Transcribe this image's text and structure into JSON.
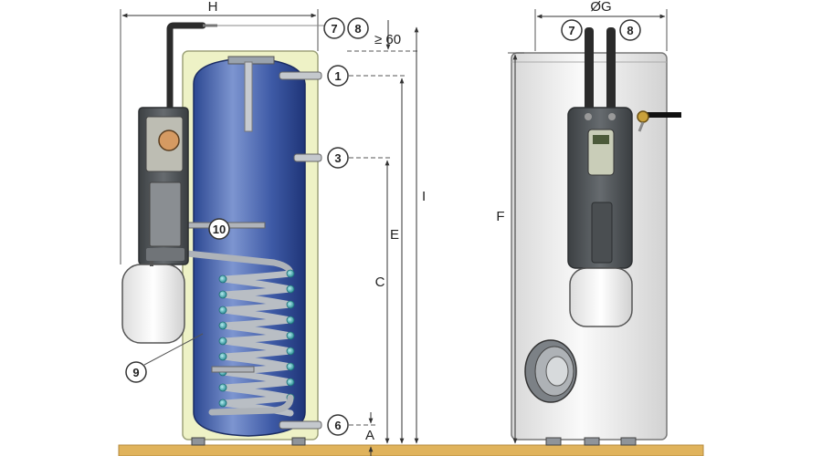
{
  "colors": {
    "floor": "#e0b35c",
    "insulation": "#eef2c6",
    "tank_light": "#6f88c6",
    "tank_dark": "#253f86",
    "unit_housing": "#555a5e",
    "expansion_vessel": "#f1f1f1",
    "casing": "#eeeeee",
    "coil": "#bfc3c8",
    "coil_end": "#4fb3ba"
  },
  "dimensions": {
    "H": "H",
    "OG": "ØG",
    "min_clearance": "≥ 60",
    "I": "I",
    "E": "E",
    "C": "C",
    "A": "A",
    "F": "F"
  },
  "callouts": {
    "c1": "1",
    "c3": "3",
    "c6": "6",
    "c7a": "7",
    "c8a": "8",
    "c7b": "7",
    "c8b": "8",
    "c9": "9",
    "c10": "10"
  },
  "icons": {
    "display": "control-display-icon",
    "valve": "valve-icon"
  }
}
